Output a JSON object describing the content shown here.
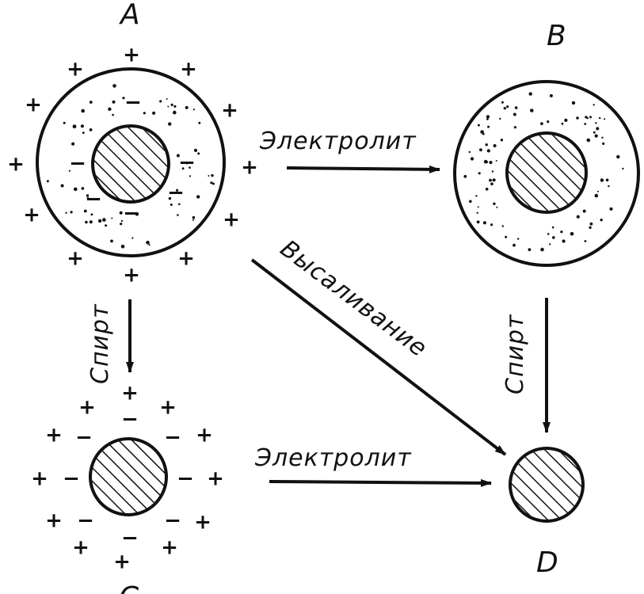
{
  "labels": {
    "a": "A",
    "b": "B",
    "c": "C",
    "d": "D"
  },
  "arrows": {
    "a_to_b": "Электролит",
    "c_to_d": "Электролит",
    "a_to_d": "Высаливание",
    "a_to_c": "Спирт",
    "b_to_d": "Спирт"
  },
  "charges": {
    "plus": "+",
    "minus": "−"
  },
  "colors": {
    "ink": "#111111",
    "background": "#ffffff"
  }
}
